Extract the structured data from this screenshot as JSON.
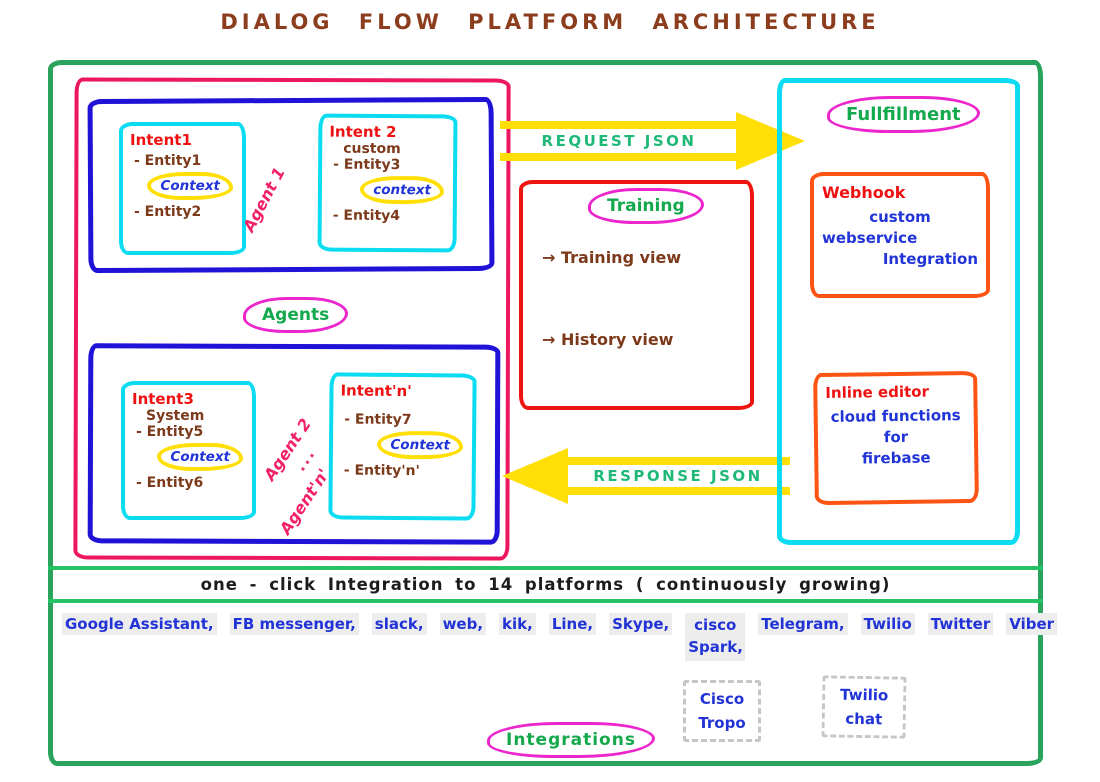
{
  "title": "DIALOG FLOW PLATFORM ARCHITECTURE",
  "colors": {
    "outer_border_green": "#2aa35c",
    "band_green": "#25c364",
    "pink_frame": "#ec1760",
    "blue_frame": "#2012d6",
    "cyan_frame": "#0bdcf2",
    "red_box": "#ee1511",
    "orange_box": "#fd5313",
    "yellow_arrow": "#ffdf05",
    "magenta_cloud": "#ec25cc",
    "cloud_green_text": "#13a94c",
    "arrow_green_text": "#1fb877",
    "brown_text": "#7c3a1b",
    "blue_text": "#2134d8",
    "red_text": "#ee1111",
    "agent_pink_text": "#f12069",
    "title_brown": "#8c3d1d",
    "banner_black": "#1c1c1c"
  },
  "agents": {
    "cloud_label": "Agents",
    "group1": {
      "agent_label": "Agent 1",
      "intent_a": {
        "title": "Intent1",
        "entity1": "- Entity1",
        "context": "Context",
        "entity2": "- Entity2"
      },
      "intent_b": {
        "title": "Intent 2",
        "subtitle": "custom",
        "entity1": "- Entity3",
        "context": "context",
        "entity2": "- Entity4"
      }
    },
    "group2": {
      "agent_label_1": "Agent 2",
      "agent_label_2": "Agent'n'",
      "link_dots": "···",
      "intent_a": {
        "title": "Intent3",
        "subtitle": "System",
        "entity1": "- Entity5",
        "context": "Context",
        "entity2": "- Entity6"
      },
      "intent_b": {
        "title": "Intent'n'",
        "entity1": "- Entity7",
        "context": "Context",
        "entity2": "- Entity'n'"
      }
    }
  },
  "arrows": {
    "request": "REQUEST JSON",
    "response": "RESPONSE JSON"
  },
  "training": {
    "cloud_label": "Training",
    "item1": "→ Training view",
    "item2": "→ History view"
  },
  "fulfillment": {
    "cloud_label": "Fullfillment",
    "webhook": {
      "title": "Webhook",
      "line1": "custom",
      "line2": "webservice",
      "line3": "Integration"
    },
    "inline_editor": {
      "title": "Inline editor",
      "line1": "cloud functions",
      "line2": "for",
      "line3": "firebase"
    }
  },
  "banner": "one - click Integration to 14 platforms ( continuously growing)",
  "platforms": [
    "Google Assistant,",
    "FB messenger,",
    "slack,",
    "web,",
    "kik,",
    "Line,",
    "Skype,",
    "cisco Spark,",
    "Telegram,",
    "Twilio",
    "Twitter",
    "Viber"
  ],
  "partner_boxes": {
    "cisco_tropo": {
      "line1": "Cisco",
      "line2": "Tropo"
    },
    "twilio_chat": {
      "line1": "Twilio",
      "line2": "chat"
    }
  },
  "integrations_cloud_label": "Integrations"
}
